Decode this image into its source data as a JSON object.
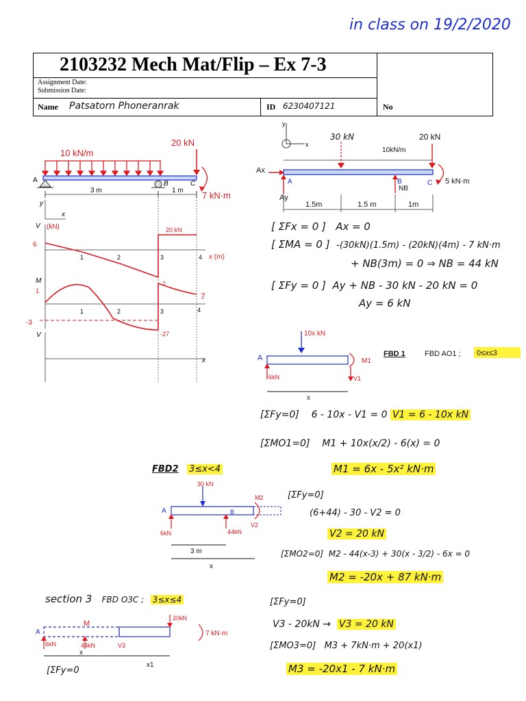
{
  "note": "in class on 19/2/2020",
  "header": {
    "title": "2103232 Mech Mat/Flip – Ex 7-3",
    "assignment_date_label": "Assignment Date:",
    "submission_date_label": "Submission Date:",
    "name_label": "Name",
    "name_value": "Patsatorn Phoneranrak",
    "id_label": "ID",
    "id_value": "6230407121",
    "no_label": "No"
  },
  "problem": {
    "dist_load": "10 kN/m",
    "point_load": "20 kN",
    "moment": "7 kN·m",
    "span_ab": "3 m",
    "span_bc": "1 m",
    "point_a": "A",
    "point_b": "B",
    "point_c": "C",
    "axis_y": "y",
    "axis_x": "x",
    "v_axis": "V",
    "m_axis": "M",
    "v_axis2": "V",
    "v_unit": "(kN)",
    "x_unit": "x (m)",
    "v_tick_6": "6",
    "v_val_20": "20 kN",
    "m_val_1": "1",
    "m_val_neg3": "-3",
    "m_val_neg7": "-27",
    "m_val_7": "7",
    "m_val_right": "-7",
    "tick_1": "1",
    "tick_2": "2",
    "tick_3": "3",
    "tick_4": "4"
  },
  "fbd_main": {
    "load_30": "30 kN",
    "load_20": "20 kN",
    "dist": "10kN/m",
    "ax": "Ax",
    "ay": "Ay",
    "nb": "NB",
    "a": "A",
    "b": "B",
    "c": "C",
    "moment": "5 kN·m",
    "dim1": "1.5m",
    "dim2": "1.5 m",
    "dim3": "1m"
  },
  "equations": {
    "eq1_label": "[ ΣFx = 0 ]",
    "eq1": "Ax = 0",
    "eq2_label": "[ ΣMA = 0 ]",
    "eq2": "-(30kN)(1.5m) - (20kN)(4m) - 7 kN·m",
    "eq2b": "+ NB(3m) = 0  ⇒  NB = 44 kN",
    "eq3_label": "[ ΣFy = 0 ]",
    "eq3": "Ay + NB - 30 kN - 20 kN = 0",
    "eq3b": "Ay = 6 kN"
  },
  "fbd1": {
    "load": "10x kN",
    "label": "FBD 1",
    "desc": "FBD AO1 ;",
    "range": "0≤x≤3",
    "a": "A",
    "m1": "M1",
    "v1": "V1",
    "ay": "6kN",
    "x": "x",
    "eq_fy_label": "[ΣFy=0]",
    "eq_fy": "6 - 10x - V1 = 0",
    "eq_fy_res": "V1 = 6 - 10x  kN",
    "eq_m_label": "[ΣMO1=0]",
    "eq_m": "M1 + 10x(x/2) - 6(x) = 0",
    "eq_m_res": "M1 = 6x - 5x²  kN·m"
  },
  "fbd2": {
    "label": "FBD2",
    "range": "3≤x<4",
    "load": "30 kN",
    "a": "A",
    "b": "B",
    "m2": "M2",
    "v2": "V2",
    "ay": "6kN",
    "nb": "44kN",
    "dim": "3 m",
    "x": "x",
    "eq_fy_label": "[ΣFy=0]",
    "eq_fy": "(6+44) - 30 - V2 = 0",
    "eq_fy_res": "V2 = 20 kN",
    "eq_m_label": "[ΣMO2=0]",
    "eq_m": "M2 - 44(x-3) + 30(x - 3/2) - 6x = 0",
    "eq_m_res": "M2 = -20x + 87  kN·m"
  },
  "section3": {
    "title": "section 3",
    "desc": "FBD O3C ;",
    "range": "3≤x≤4",
    "load": "20kN",
    "moment": "7 kN·m",
    "m": "M",
    "v": "V3",
    "ay": "6kN",
    "nb": "44kN",
    "x": "x",
    "x1": "x1",
    "eq_partial": "[ΣFy=0",
    "eq_fy_label": "[ΣFy=0]",
    "eq_fy": "V3 - 20kN →",
    "eq_fy_res": "V3 = 20 kN",
    "eq_m_label": "[ΣMO3=0]",
    "eq_m": "M3 + 7kN·m + 20(x1)",
    "eq_m_res": "M3 = -20x1 - 7  kN·m"
  },
  "colors": {
    "blue": "#1a2bd4",
    "red": "#e0191f",
    "highlight": "#fff23a"
  }
}
